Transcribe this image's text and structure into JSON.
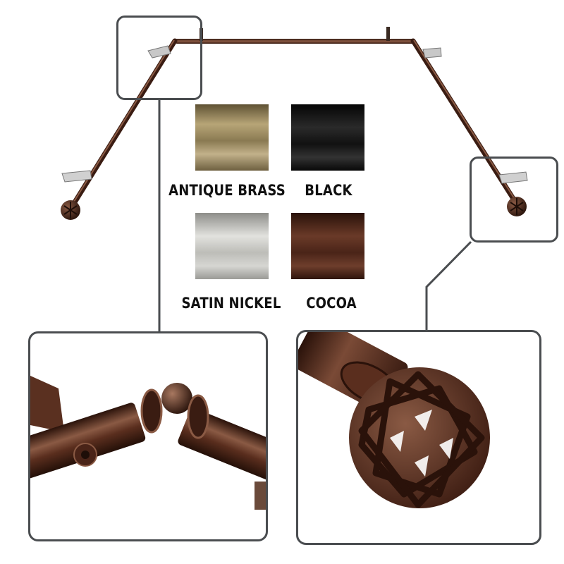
{
  "product": {
    "name": "bay-window-curtain-rod",
    "finish_shown": "cocoa"
  },
  "swatches": [
    {
      "label": "ANTIQUE BRASS",
      "color": "#8a7a52"
    },
    {
      "label": "BLACK",
      "color": "#1a1a1a"
    },
    {
      "label": "SATIN NICKEL",
      "color": "#bdbdb8"
    },
    {
      "label": "COCOA",
      "color": "#4a2418"
    }
  ],
  "colors": {
    "rod": "#4d2a1c",
    "rod_highlight": "#8a5a44",
    "frame": "#4a4d50",
    "label": "#111111"
  }
}
